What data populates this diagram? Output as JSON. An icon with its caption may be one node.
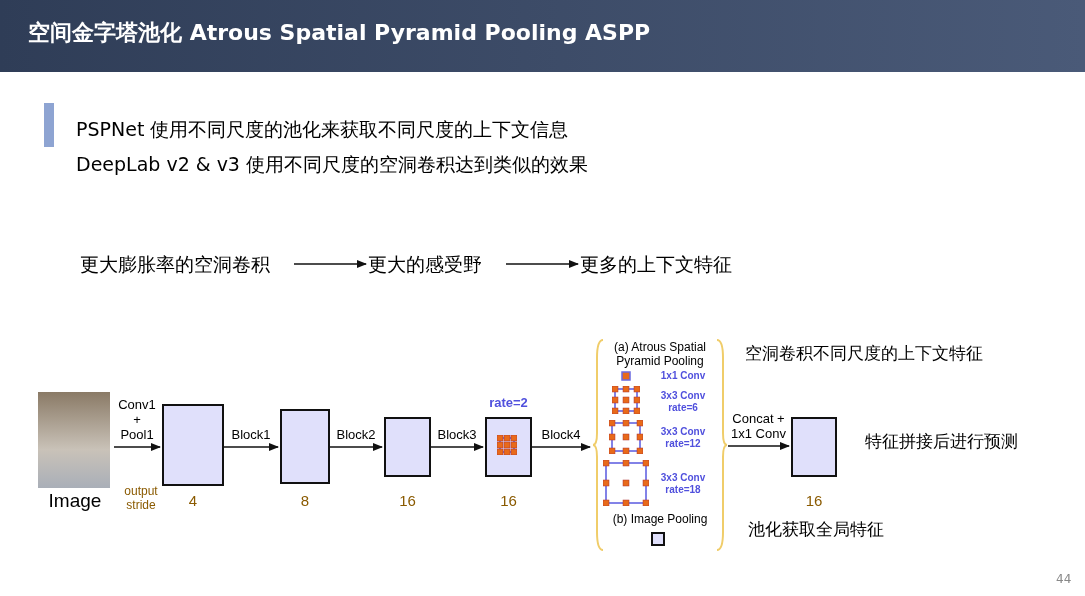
{
  "diagram": {
    "title": "空间金字塔池化 Atrous Spatial Pyramid Pooling ASPP",
    "nodes": [
      {
        "text": [
          "更大膨胀率的空洞卷积"
        ]
      },
      {
        "text": [
          "更大的感受野"
        ]
      },
      {
        "text": [
          "更多的上下文特征"
        ]
      },
      {
        "text": [
          "Image"
        ]
      },
      {
        "text": [],
        "shape": "box",
        "beside": [
          "4"
        ]
      },
      {
        "text": [],
        "shape": "box",
        "beside": [
          "8"
        ]
      },
      {
        "text": [],
        "shape": "box",
        "beside": [
          "16"
        ]
      },
      {
        "text": [],
        "shape": "box",
        "beside": [
          "rate=2",
          "16"
        ]
      },
      {
        "text": [
          "(a) Atrous Spatial Pyramid Pooling",
          "1x1 Conv",
          "3x3 Conv rate=6",
          "3x3 Conv rate=12",
          "3x3 Conv rate=18",
          "(b) Image Pooling"
        ]
      },
      {
        "text": [],
        "shape": "box",
        "beside": [
          "16"
        ]
      }
    ],
    "edges": [
      {
        "from": 0,
        "to": 1,
        "arrow": "to"
      },
      {
        "from": 1,
        "to": 2,
        "arrow": "to"
      },
      {
        "from": 3,
        "to": 4,
        "arrow": "to",
        "label": "Conv1 + Pool1"
      },
      {
        "from": 4,
        "to": 5,
        "arrow": "to",
        "label": "Block1"
      },
      {
        "from": 5,
        "to": 6,
        "arrow": "to",
        "label": "Block2"
      },
      {
        "from": 6,
        "to": 7,
        "arrow": "to",
        "label": "Block3"
      },
      {
        "from": 7,
        "to": 8,
        "arrow": "to",
        "label": "Block4"
      },
      {
        "from": 8,
        "to": 9,
        "arrow": "to",
        "label": "Concat + 1x1 Conv"
      }
    ],
    "labels": [
      "PSPNet 使用不同尺度的池化来获取不同尺度的上下文信息",
      "DeepLab v2 & v3 使用不同尺度的空洞卷积达到类似的效果",
      "output stride",
      "空洞卷积不同尺度的上下文特征",
      "特征拼接后进行预测",
      "池化获取全局特征",
      "44"
    ]
  }
}
